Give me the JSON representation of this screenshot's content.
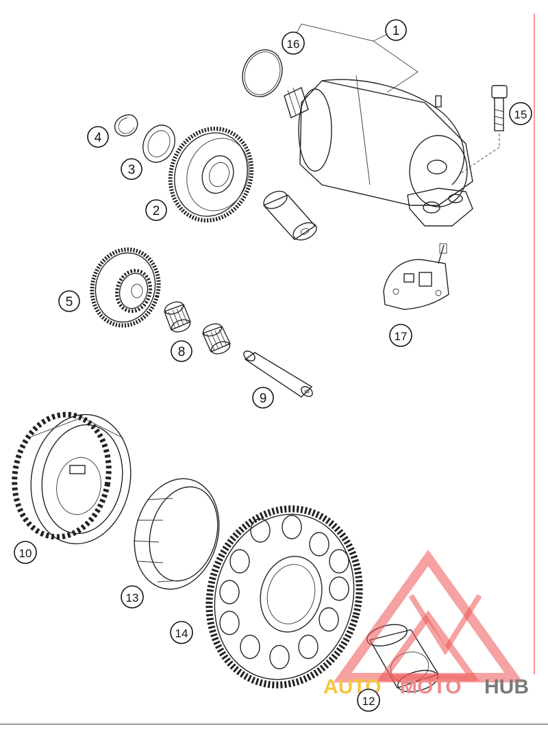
{
  "callouts": [
    {
      "id": "1",
      "label": "1"
    },
    {
      "id": "2",
      "label": "2"
    },
    {
      "id": "3",
      "label": "3"
    },
    {
      "id": "4",
      "label": "4"
    },
    {
      "id": "5",
      "label": "5"
    },
    {
      "id": "8",
      "label": "8"
    },
    {
      "id": "9",
      "label": "9"
    },
    {
      "id": "10",
      "label": "10"
    },
    {
      "id": "12",
      "label": "12"
    },
    {
      "id": "13",
      "label": "13"
    },
    {
      "id": "14",
      "label": "14"
    },
    {
      "id": "15",
      "label": "15"
    },
    {
      "id": "16",
      "label": "16"
    },
    {
      "id": "17",
      "label": "17"
    }
  ],
  "watermark": {
    "part1": "AUTO",
    "part2": "MOTO",
    "part3": "HUB",
    "color1": "#f5c542",
    "color2": "#f08a8a",
    "color3": "#7a7a7a",
    "logo_color": "#ee5555"
  },
  "margin_line_color": "#f07070"
}
